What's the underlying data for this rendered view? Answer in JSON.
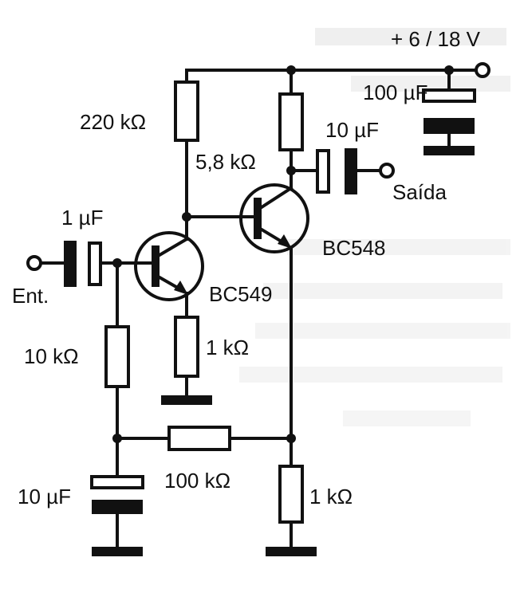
{
  "supply": {
    "label": "+ 6 / 18 V"
  },
  "capacitors": {
    "c_supply": "100 µF",
    "c_out": "10 µF",
    "c_in": "1 µF",
    "c_bypass": "10 µF"
  },
  "resistors": {
    "r_220k": "220 kΩ",
    "r_5k8": "5,8 kΩ",
    "r_10k": "10 kΩ",
    "r_1k_q1": "1 kΩ",
    "r_100k": "100 kΩ",
    "r_1k_q2": "1 kΩ"
  },
  "transistors": {
    "q1": "BC549",
    "q2": "BC548"
  },
  "terminals": {
    "input": "Ent.",
    "output": "Saída"
  },
  "colors": {
    "ink": "#111111",
    "paper": "#ffffff",
    "bleed_through": "#d8d8d8"
  }
}
